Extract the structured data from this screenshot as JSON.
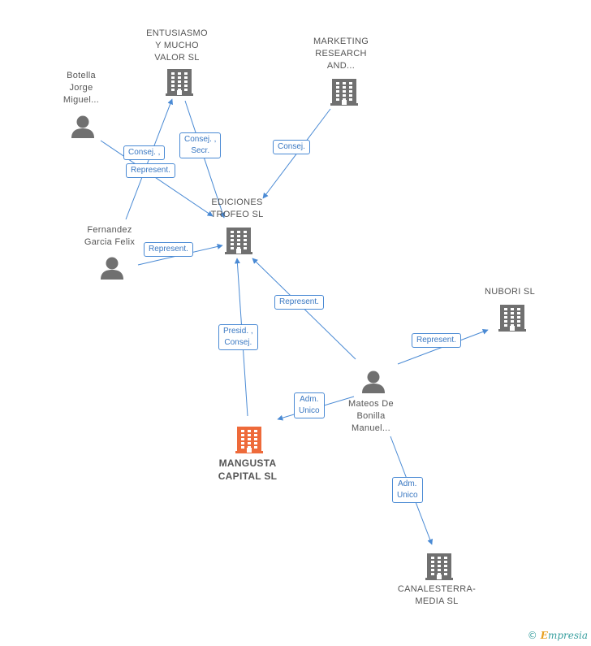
{
  "nodes": {
    "entusiasmo": {
      "label": [
        "ENTUSIASMO",
        "Y MUCHO",
        "VALOR  SL"
      ]
    },
    "marketing": {
      "label": [
        "MARKETING",
        "RESEARCH",
        "AND..."
      ]
    },
    "botella": {
      "label": [
        "Botella",
        "Jorge",
        "Miguel..."
      ]
    },
    "ediciones": {
      "label": [
        "EDICIONES",
        "TROFEO  SL"
      ]
    },
    "fernandez": {
      "label": [
        "Fernandez",
        "Garcia Felix"
      ]
    },
    "nubori": {
      "label": [
        "NUBORI SL"
      ]
    },
    "mateos": {
      "label": [
        "Mateos De",
        "Bonilla",
        "Manuel..."
      ]
    },
    "mangusta": {
      "label": [
        "MANGUSTA",
        "CAPITAL  SL"
      ]
    },
    "canalesterra": {
      "label": [
        "CANALESTERRA-",
        "MEDIA SL"
      ]
    }
  },
  "edges": {
    "botella_entusiasmo": [
      "Consej. ,"
    ],
    "botella_ediciones": [
      "Represent."
    ],
    "entusiasmo_ediciones": [
      "Consej. ,",
      "Secr."
    ],
    "marketing_ediciones": [
      "Consej."
    ],
    "fernandez_ediciones": [
      "Represent."
    ],
    "mateos_ediciones": [
      "Represent."
    ],
    "mangusta_ediciones": [
      "Presid. ,",
      "Consej."
    ],
    "mateos_nubori": [
      "Represent."
    ],
    "mateos_mangusta": [
      "Adm.",
      "Unico"
    ],
    "mateos_canalesterra": [
      "Adm.",
      "Unico"
    ]
  },
  "colors": {
    "edge": "#4a8ad4",
    "building": "#707070",
    "building_main": "#ee6a3a",
    "person": "#707070"
  },
  "icons": {
    "company": "building-icon",
    "person": "person-icon"
  },
  "footer": {
    "copyright": "©",
    "brand_initial": "E",
    "brand_rest": "mpresia"
  }
}
